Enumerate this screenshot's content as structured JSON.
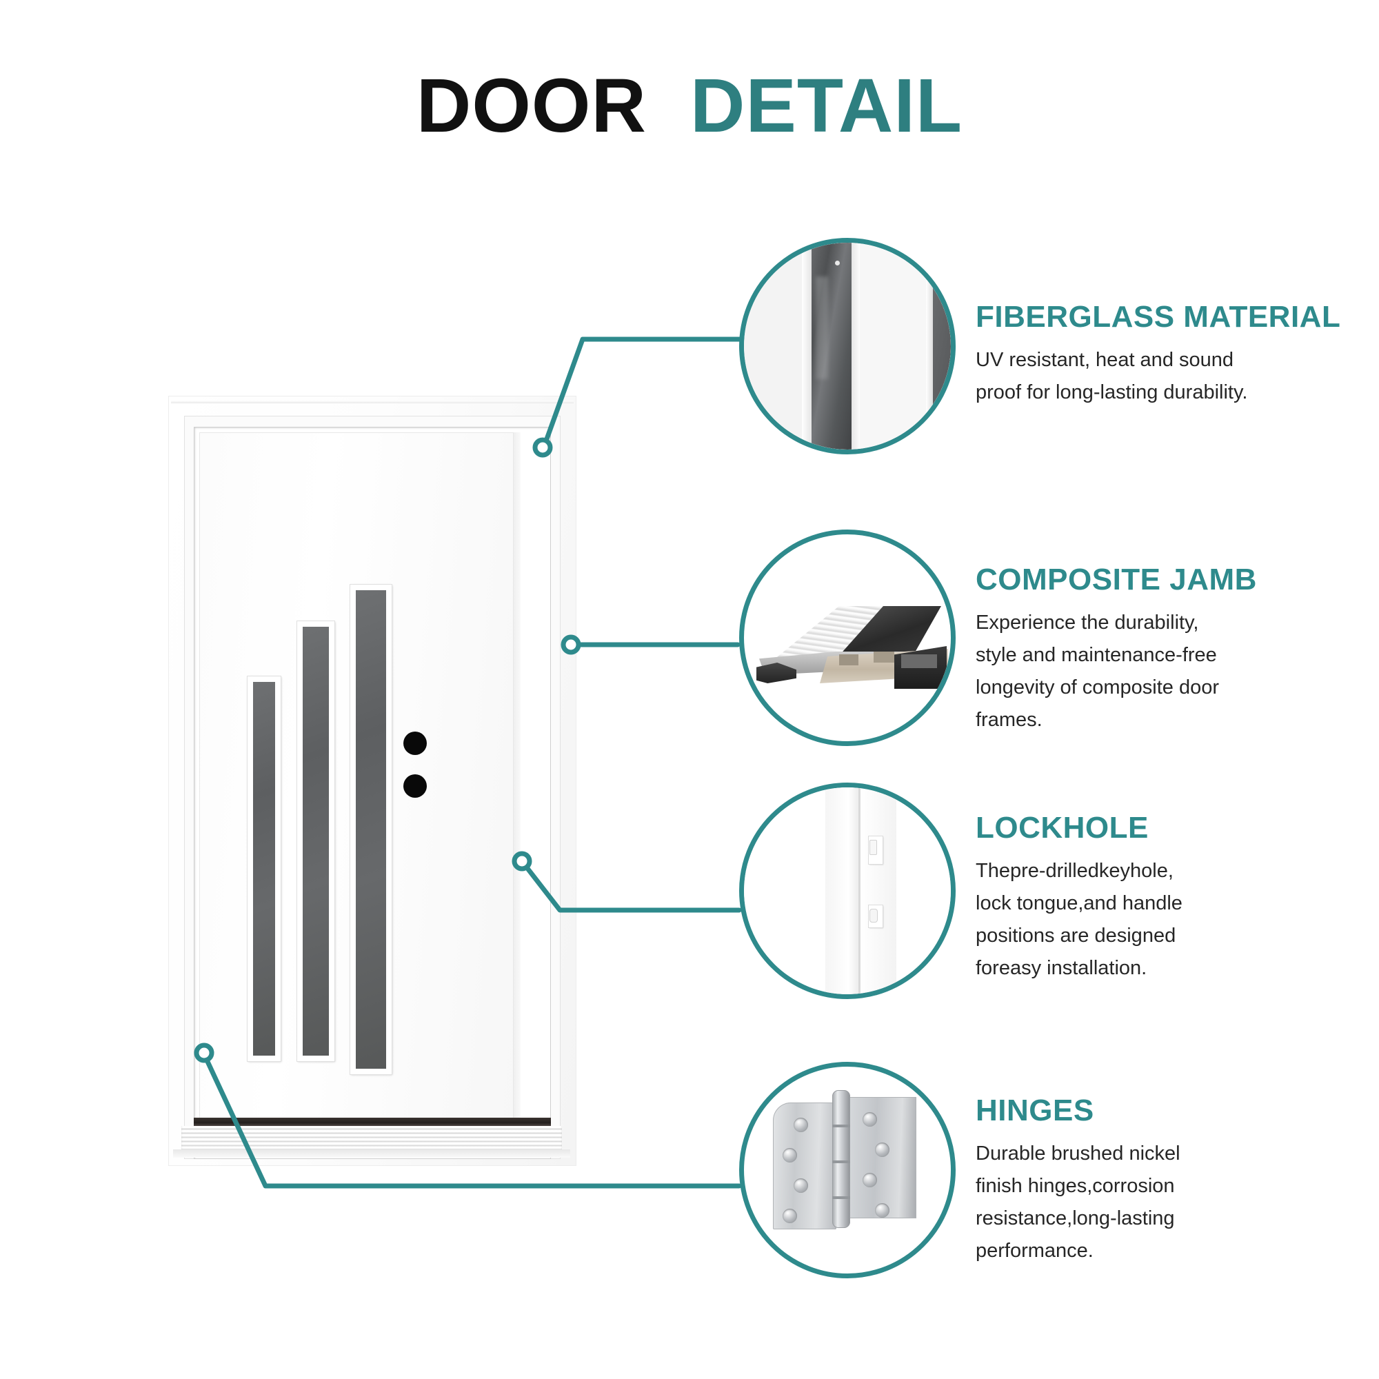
{
  "title": {
    "word1": "DOOR",
    "word2": "DETAIL"
  },
  "colors": {
    "accent_teal": "#2e8a8c",
    "title_dark": "#111111",
    "body_text": "#262626",
    "glass_gray": "#5d5f61",
    "bore_black": "#090909"
  },
  "product": {
    "name": "door-with-frame",
    "glass_lite_count": 3,
    "bore_hole_count": 2
  },
  "features": [
    {
      "id": "fiberglass-material",
      "heading": "FIBERGLASS  MATERIAL",
      "body": "UV resistant, heat and sound\nproof for long-lasting durability.",
      "photo_alt": "fiberglass-door-edge-closeup"
    },
    {
      "id": "composite-jamb",
      "heading": "COMPOSITE JAMB",
      "body": "Experience the durability,\nstyle and maintenance-free\nlongevity of composite door\nframes.",
      "photo_alt": "composite-jamb-profile-cutaway"
    },
    {
      "id": "lockhole",
      "heading": "LOCKHOLE",
      "body": "Thepre-drilledkeyhole,\nlock tongue,and handle\npositions are designed\nforeasy installation.",
      "photo_alt": "door-edge-strike-plates"
    },
    {
      "id": "hinges",
      "heading": "HINGES",
      "body": "Durable brushed nickel\nfinish hinges,corrosion\nresistance,long-lasting\nperformance.",
      "photo_alt": "brushed-nickel-butt-hinge"
    }
  ]
}
